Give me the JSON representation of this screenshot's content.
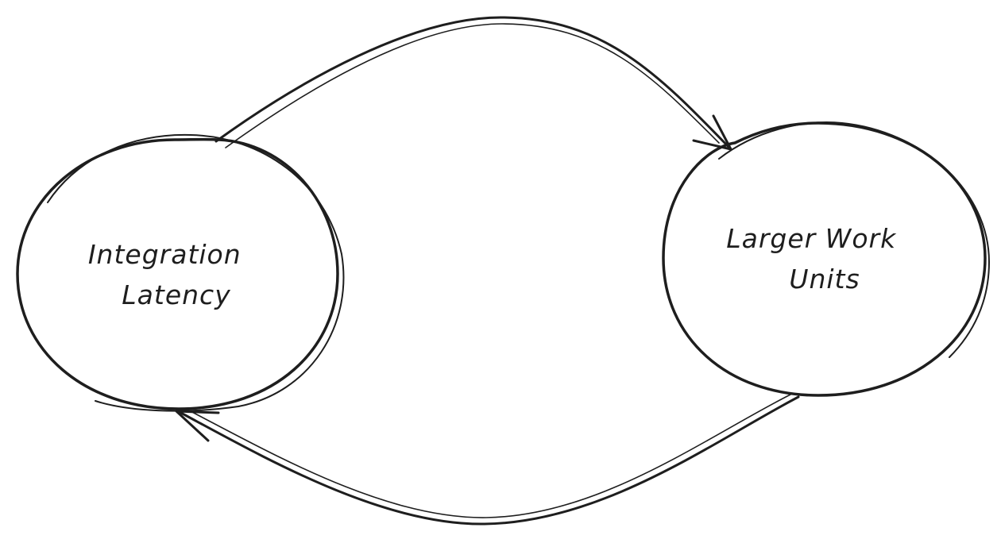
{
  "diagram": {
    "type": "cycle",
    "colors": {
      "stroke": "#1e1e1e",
      "background": "#ffffff",
      "text": "#1e1e1e"
    },
    "nodes": [
      {
        "id": "integration-latency",
        "lines": [
          "Integration",
          "Latency"
        ]
      },
      {
        "id": "larger-work-units",
        "lines": [
          "Larger Work",
          "Units"
        ]
      }
    ],
    "edges": [
      {
        "from": "integration-latency",
        "to": "larger-work-units"
      },
      {
        "from": "larger-work-units",
        "to": "integration-latency"
      }
    ]
  }
}
